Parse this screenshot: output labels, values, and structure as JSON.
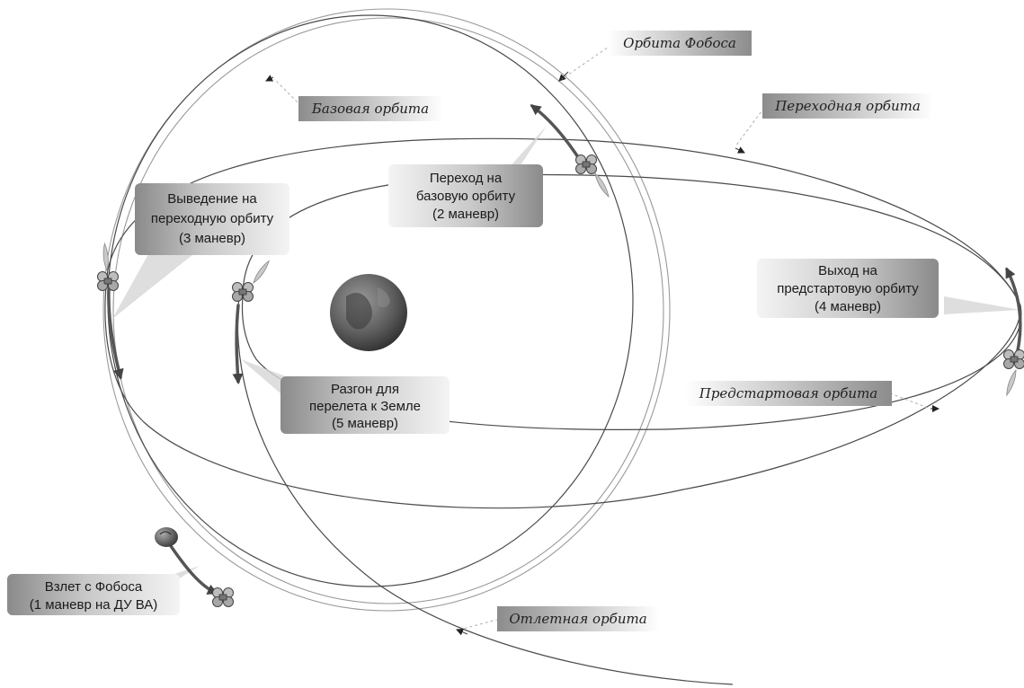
{
  "orbit_labels": {
    "phobos_orbit": "Орбита Фобоса",
    "base_orbit": "Базовая орбита",
    "transfer_orbit": "Переходная орбита",
    "prelaunch_orbit": "Предстартовая орбита",
    "departure_orbit": "Отлетная орбита"
  },
  "maneuvers": {
    "m1": {
      "line1": "Взлет с Фобоса",
      "line2": "(1 маневр на ДУ ВА)"
    },
    "m2": {
      "line1": "Переход на",
      "line2": "базовую орбиту",
      "line3": "(2 маневр)"
    },
    "m3": {
      "line1": "Выведение на",
      "line2": "переходную орбиту",
      "line3": "(3 маневр)"
    },
    "m4": {
      "line1": "Выход на",
      "line2": "предстартовую орбиту",
      "line3": "(4 маневр)"
    },
    "m5": {
      "line1": "Разгон для",
      "line2": "перелета к Земле",
      "line3": "(5 маневр)"
    }
  },
  "colors": {
    "orbit": "#4a4a4a",
    "burn_arrow": "#555555",
    "label_gradient_light": "#ffffff",
    "label_gradient_dark": "#8c8c8c"
  },
  "icons": {
    "planet": "mars-icon",
    "moon": "phobos-icon",
    "spacecraft": "spacecraft-icon"
  }
}
